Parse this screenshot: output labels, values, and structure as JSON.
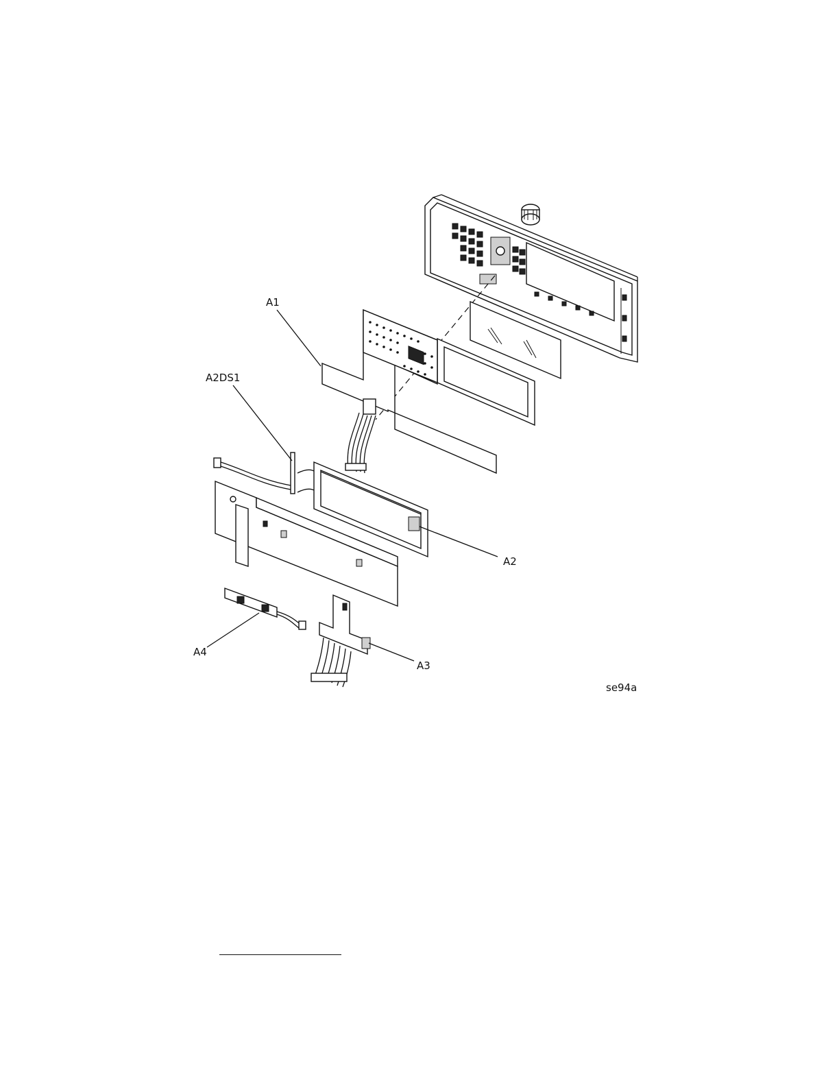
{
  "figure": {
    "callouts": {
      "a1": "A1",
      "a2ds1": "A2DS1",
      "a2": "A2",
      "a3": "A3",
      "a4": "A4"
    },
    "figure_id": "se94a"
  }
}
